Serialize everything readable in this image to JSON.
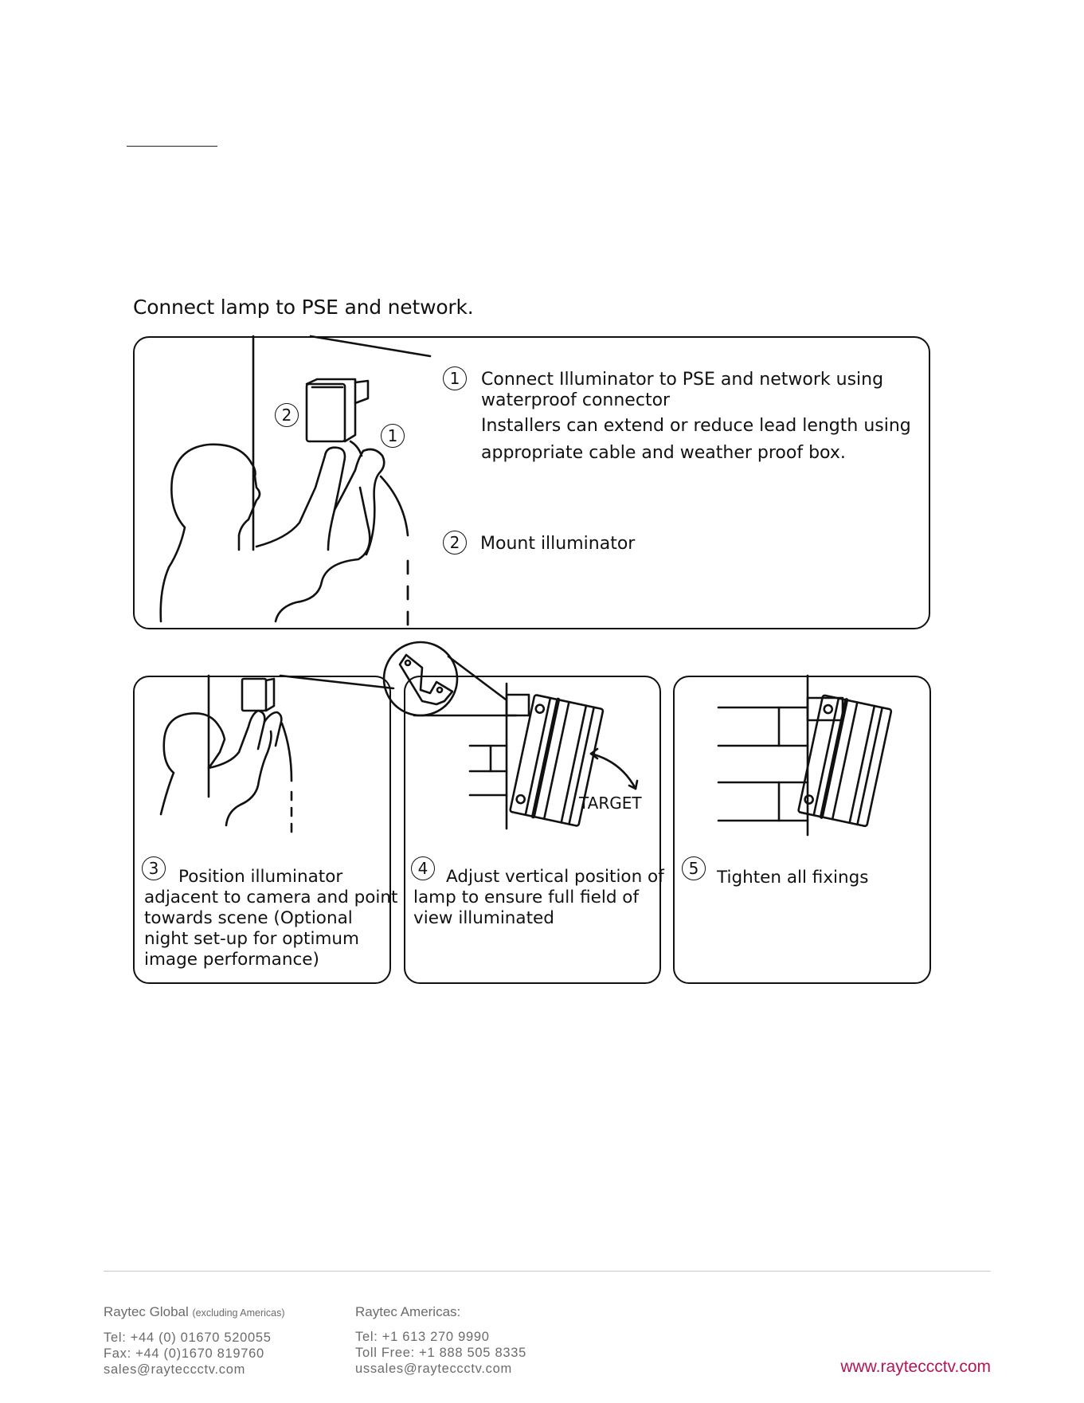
{
  "heading": "Connect lamp to PSE and network.",
  "step1": {
    "number": "1",
    "lines": [
      "Connect Illuminator to PSE and network using",
      "waterproof connector",
      "Installers can extend or reduce lead length using",
      "appropriate cable and weather proof box."
    ],
    "callout_1": "1",
    "callout_2": "2"
  },
  "step2": {
    "number": "2",
    "text": "Mount illuminator"
  },
  "step3": {
    "number": "3",
    "lines": [
      "Position illuminator",
      "adjacent to camera and point",
      "towards scene (Optional",
      "night set-up for optimum",
      "image performance)"
    ]
  },
  "step4": {
    "number": "4",
    "lines": [
      "Adjust vertical position of",
      "lamp to ensure full field of",
      "view illuminated"
    ],
    "target_label": "TARGET"
  },
  "step5": {
    "number": "5",
    "text": "Tighten all fixings"
  },
  "footer": {
    "global": {
      "name": "Raytec Global",
      "qualifier": "(excluding Americas)",
      "tel": "Tel: +44 (0) 01670 520055",
      "fax": "Fax: +44 (0)1670 819760",
      "email": "sales@rayteccctv.com"
    },
    "americas": {
      "name": "Raytec Americas:",
      "tel": "Tel: +1 613 270 9990",
      "tollfree": "Toll Free: +1 888 505 8335",
      "email": "ussales@rayteccctv.com"
    },
    "website": "www.rayteccctv.com"
  },
  "colors": {
    "ink": "#111111",
    "footer_text": "#6b6b6b",
    "website": "#b0165a",
    "rule": "#c8c8c8"
  }
}
